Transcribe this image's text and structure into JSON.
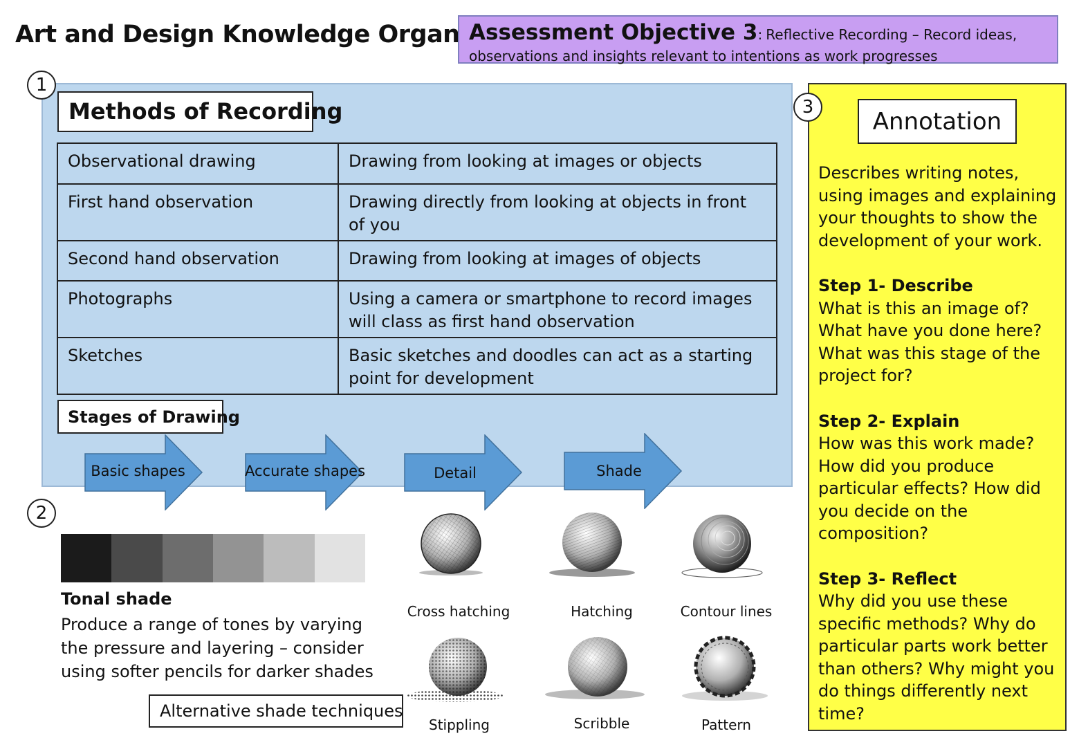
{
  "title": "Art and Design Knowledge Organiser",
  "assessment": {
    "title": "Assessment Objective 3",
    "colon": ":",
    "line1_rest": "Reflective Recording – Record ideas,",
    "line2": "observations and insights relevant to intentions as work progresses"
  },
  "section_numbers": [
    "1",
    "2",
    "3"
  ],
  "methods": {
    "heading": "Methods of Recording",
    "rows": [
      {
        "method": "Observational drawing",
        "description": "Drawing from looking at images or objects"
      },
      {
        "method": "First hand observation",
        "description": "Drawing directly from looking at objects in front of you"
      },
      {
        "method": "Second hand observation",
        "description": "Drawing from looking at images of objects"
      },
      {
        "method": "Photographs",
        "description": "Using a camera or smartphone to record images will class as first hand observation"
      },
      {
        "method": "Sketches",
        "description": "Basic sketches and doodles can act as a starting point for development"
      }
    ]
  },
  "stages": {
    "heading": "Stages of Drawing",
    "steps": [
      "Basic shapes",
      "Accurate shapes",
      "Detail",
      "Shade"
    ]
  },
  "tonal": {
    "title": "Tonal shade",
    "text": "Produce a range of tones by varying the pressure and layering – consider using softer pencils for darker shades",
    "swatches": [
      "#1b1b1b",
      "#4a4a4a",
      "#6d6d6d",
      "#939393",
      "#bcbcbc",
      "#e2e2e2"
    ]
  },
  "alternative": {
    "heading": "Alternative shade techniques",
    "techniques": [
      "Cross hatching",
      "Hatching",
      "Contour lines",
      "Stippling",
      "Scribble",
      "Pattern"
    ]
  },
  "annotation": {
    "heading": "Annotation",
    "intro": "Describes writing notes, using images and explaining your thoughts to show the development of your work.",
    "steps": [
      {
        "title": "Step 1- Describe",
        "text": "What is this an image of? What have you done here? What was this stage of the project for?"
      },
      {
        "title": "Step 2- Explain",
        "text": "How was this work made? How did you produce particular effects?  How did you decide on the composition?"
      },
      {
        "title": "Step 3- Reflect",
        "text": "Why did you use these specific methods?  Why do particular parts work better than others? Why might you do things differently next time?"
      }
    ]
  },
  "colors": {
    "purple_box": "#c89ef2",
    "blue_panel": "#bdd7ee",
    "arrow": "#5b9bd5",
    "yellow_panel": "#ffff47"
  }
}
